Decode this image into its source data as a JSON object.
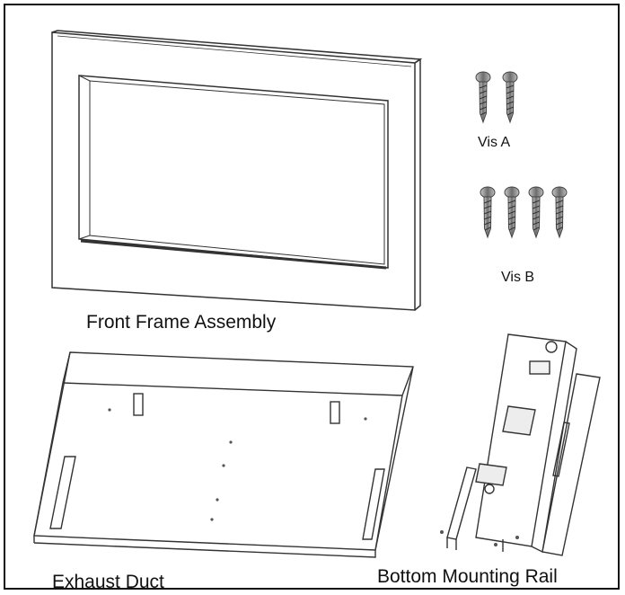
{
  "labels": {
    "front_frame": "Front Frame Assembly",
    "vis_a": "Vis A",
    "vis_b": "Vis B",
    "exhaust_duct": "Exhaust Duct",
    "bottom_rail": "Bottom Mounting Rail"
  },
  "colors": {
    "stroke": "#333333",
    "screw": "#555555"
  }
}
